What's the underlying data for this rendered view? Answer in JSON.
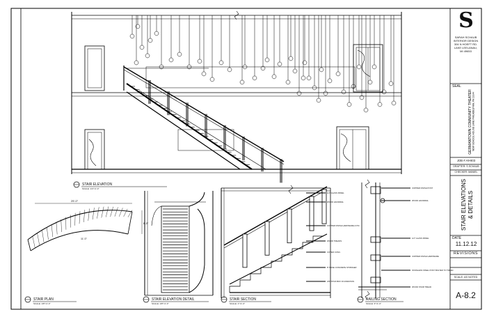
{
  "firm": {
    "logo_letter": "S",
    "name": "SARAH SCHAUB",
    "line2": "INTERIOR DESIGN",
    "line3": "304 N HOEFT RD.",
    "line4": "LAKE LEELANAU,",
    "line5": "MI 49653"
  },
  "seal_label": "SEAL",
  "project": {
    "title": "GERMANTOWN COMMUNITY THEATER",
    "address": "NEW SCHOOL HOUSE LANE PHILADELPHIA, PA 19144"
  },
  "job_label": "JOB # A9-803",
  "drafter": "DRAFTER: S.SCHAUB",
  "checker": "CHECKER: MANIEL",
  "sheet_title_line1": "STAIR ELEVATIONS",
  "sheet_title_line2": "& DETAILS",
  "date_label": "DATE",
  "date_value": "11.12.12",
  "revisions_label": "REVISIONS",
  "scale_label": "SCALE: AS NOTED",
  "sheet_number": "A-8.2",
  "views": {
    "stair_elevation": {
      "title": "STAIR ELEVATION",
      "scale": "SCALE: 1/4\"=1'-0\""
    },
    "stair_plan": {
      "title": "STAIR PLAN",
      "scale": "SCALE: 1/8\"=1'-0\""
    },
    "stair_elevation_detail": {
      "title": "STAIR ELEVATION DETAIL",
      "scale": "SCALE: 1/8\"=1'-0\""
    },
    "stair_section": {
      "title": "STAIR SECTION",
      "scale": "SCALE: 1\"=1'-0\""
    },
    "railing_section": {
      "title": "RAILING SECTION",
      "scale": "SCALE: 3\"=1'-0\""
    }
  },
  "plan_dims": {
    "width": "25'-0\"",
    "depth": "8'-0\"",
    "run": "11'-0\""
  },
  "section_notes": [
    "1/2\" GLASS PANEL",
    "WOOD HANDRAIL",
    "COPPER FINISH HARDWARE & PIC",
    "WOOD TREADS",
    "COVER CONC.",
    "8\" BASE CONCRETE STRINGER",
    "2X6 STUD BOX FOUNDATION"
  ],
  "railing_notes": [
    "COPPER FINISH POST",
    "WOOD HANDRAIL",
    "1/2\" GLASS PANEL",
    "COPPER FINISH HARDWARE",
    "STAINLESS STEEL POST BOLTED TO TREAD",
    "WOOD STAIR TREAD"
  ]
}
